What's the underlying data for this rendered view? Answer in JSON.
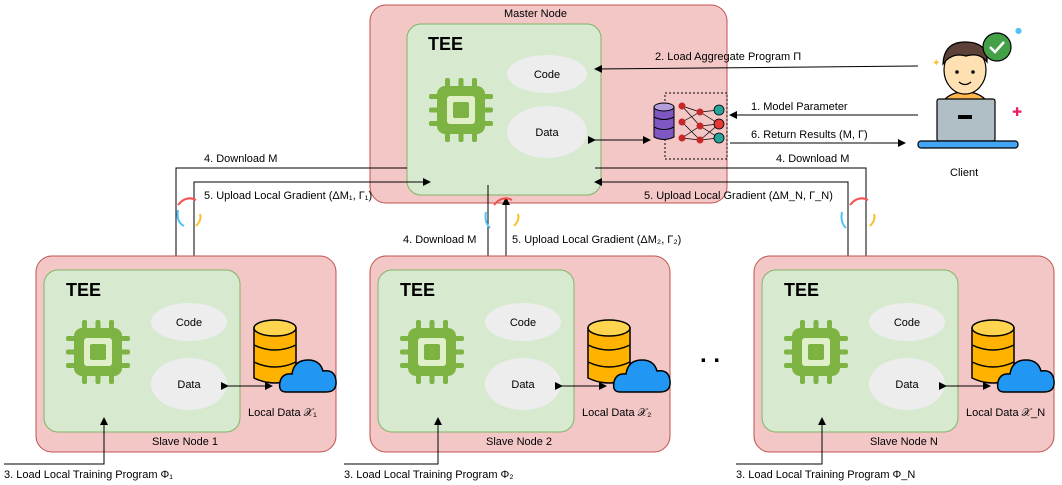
{
  "master": {
    "title": "Master Node",
    "tee": "TEE",
    "code": "Code",
    "data": "Data"
  },
  "client": {
    "label": "Client"
  },
  "arrows": {
    "load_aggregate": "2. Load Aggregate Program Π",
    "model_parameter": "1. Model Parameter",
    "return_results": "6. Return Results (M, Γ)",
    "download_1": "4. Download M",
    "upload_1": "5. Upload Local  Gradient  (ΔM₁, Γ₁)",
    "download_2": "4. Download M",
    "upload_2": "5. Upload Local  Gradient  (ΔM₂, Γ₂)",
    "download_n": "4. Download M",
    "upload_n": "5. Upload Local  Gradient (ΔM_N, Γ_N)"
  },
  "slaves": [
    {
      "title": "Slave Node 1",
      "tee": "TEE",
      "code": "Code",
      "data": "Data",
      "local_data": "Local Data  𝒳₁",
      "program": "3. Load Local Training Program  Φ₁"
    },
    {
      "title": "Slave Node 2",
      "tee": "TEE",
      "code": "Code",
      "data": "Data",
      "local_data": "Local Data  𝒳₂",
      "program": "3. Load Local Training Program  Φ₂"
    },
    {
      "title": "Slave Node N",
      "tee": "TEE",
      "code": "Code",
      "data": "Data",
      "local_data": "Local Data  𝒳_N",
      "program": "3. Load Local Training Program  Φ_N"
    }
  ],
  "ellipsis": ". .",
  "colors": {
    "node_fill": "#f4c7c7",
    "node_stroke": "#c0504d",
    "tee_fill": "#d7ead0",
    "tee_stroke": "#82b366",
    "chip": "#7cb342",
    "db_top": "#ffd54f",
    "db_body": "#ffb300",
    "cloud": "#2196f3"
  }
}
